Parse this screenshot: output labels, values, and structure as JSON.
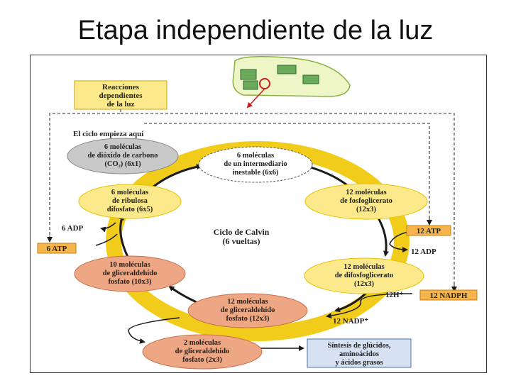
{
  "slide": {
    "title": "Etapa independiente de la luz"
  },
  "diagram": {
    "light_box": [
      "Reacciones",
      "dependientes",
      "de la luz"
    ],
    "start_label": "El ciclo empieza aquí",
    "center": [
      "Ciclo de Calvin",
      "(6 vueltas)"
    ],
    "nodes": {
      "co2": [
        "6 moléculas",
        "de dióxido de carbono",
        "(CO₂)   (6x1)"
      ],
      "intermediate": [
        "6 moléculas",
        "de un intermediario",
        "inestable (6x6)"
      ],
      "pga": [
        "12 moléculas",
        "de  fosfoglicerato",
        "(12x3)"
      ],
      "dpga": [
        "12 moléculas",
        "de difosfoglicerato",
        "(12x3)"
      ],
      "gald12": [
        "12 moléculas",
        "de gliceraldehído",
        "fosfato (12x3)"
      ],
      "gald10": [
        "10 moléculas",
        "de gliceraldehído",
        "fosfato (10x3)"
      ],
      "rubp": [
        "6 moléculas",
        "de ribulosa",
        "difosfato (6x5)"
      ],
      "gald2": [
        "2 moléculas",
        "de gliceraldehído",
        "fosfato (2x3)"
      ],
      "synthesis": [
        "Síntesis de glúcidos,",
        "aminoácidos",
        "y ácidos grasos"
      ]
    },
    "labels": {
      "atp12": "12 ATP",
      "adp12": "12 ADP",
      "h12": "12H⁺",
      "nadph12": "12 NADPH",
      "nadp12": "12 NADP⁺",
      "adp6": "6 ADP",
      "atp6": "6 ATP"
    },
    "colors": {
      "ring": "#f2cc1a",
      "arrow": "#1a1a1a",
      "yellow_node": "#fbe98c",
      "salmon_node": "#eda785",
      "gray_node": "#c9c9c9",
      "label_box": "#f6b54c",
      "synthesis_box": "#d6e2f2"
    }
  }
}
